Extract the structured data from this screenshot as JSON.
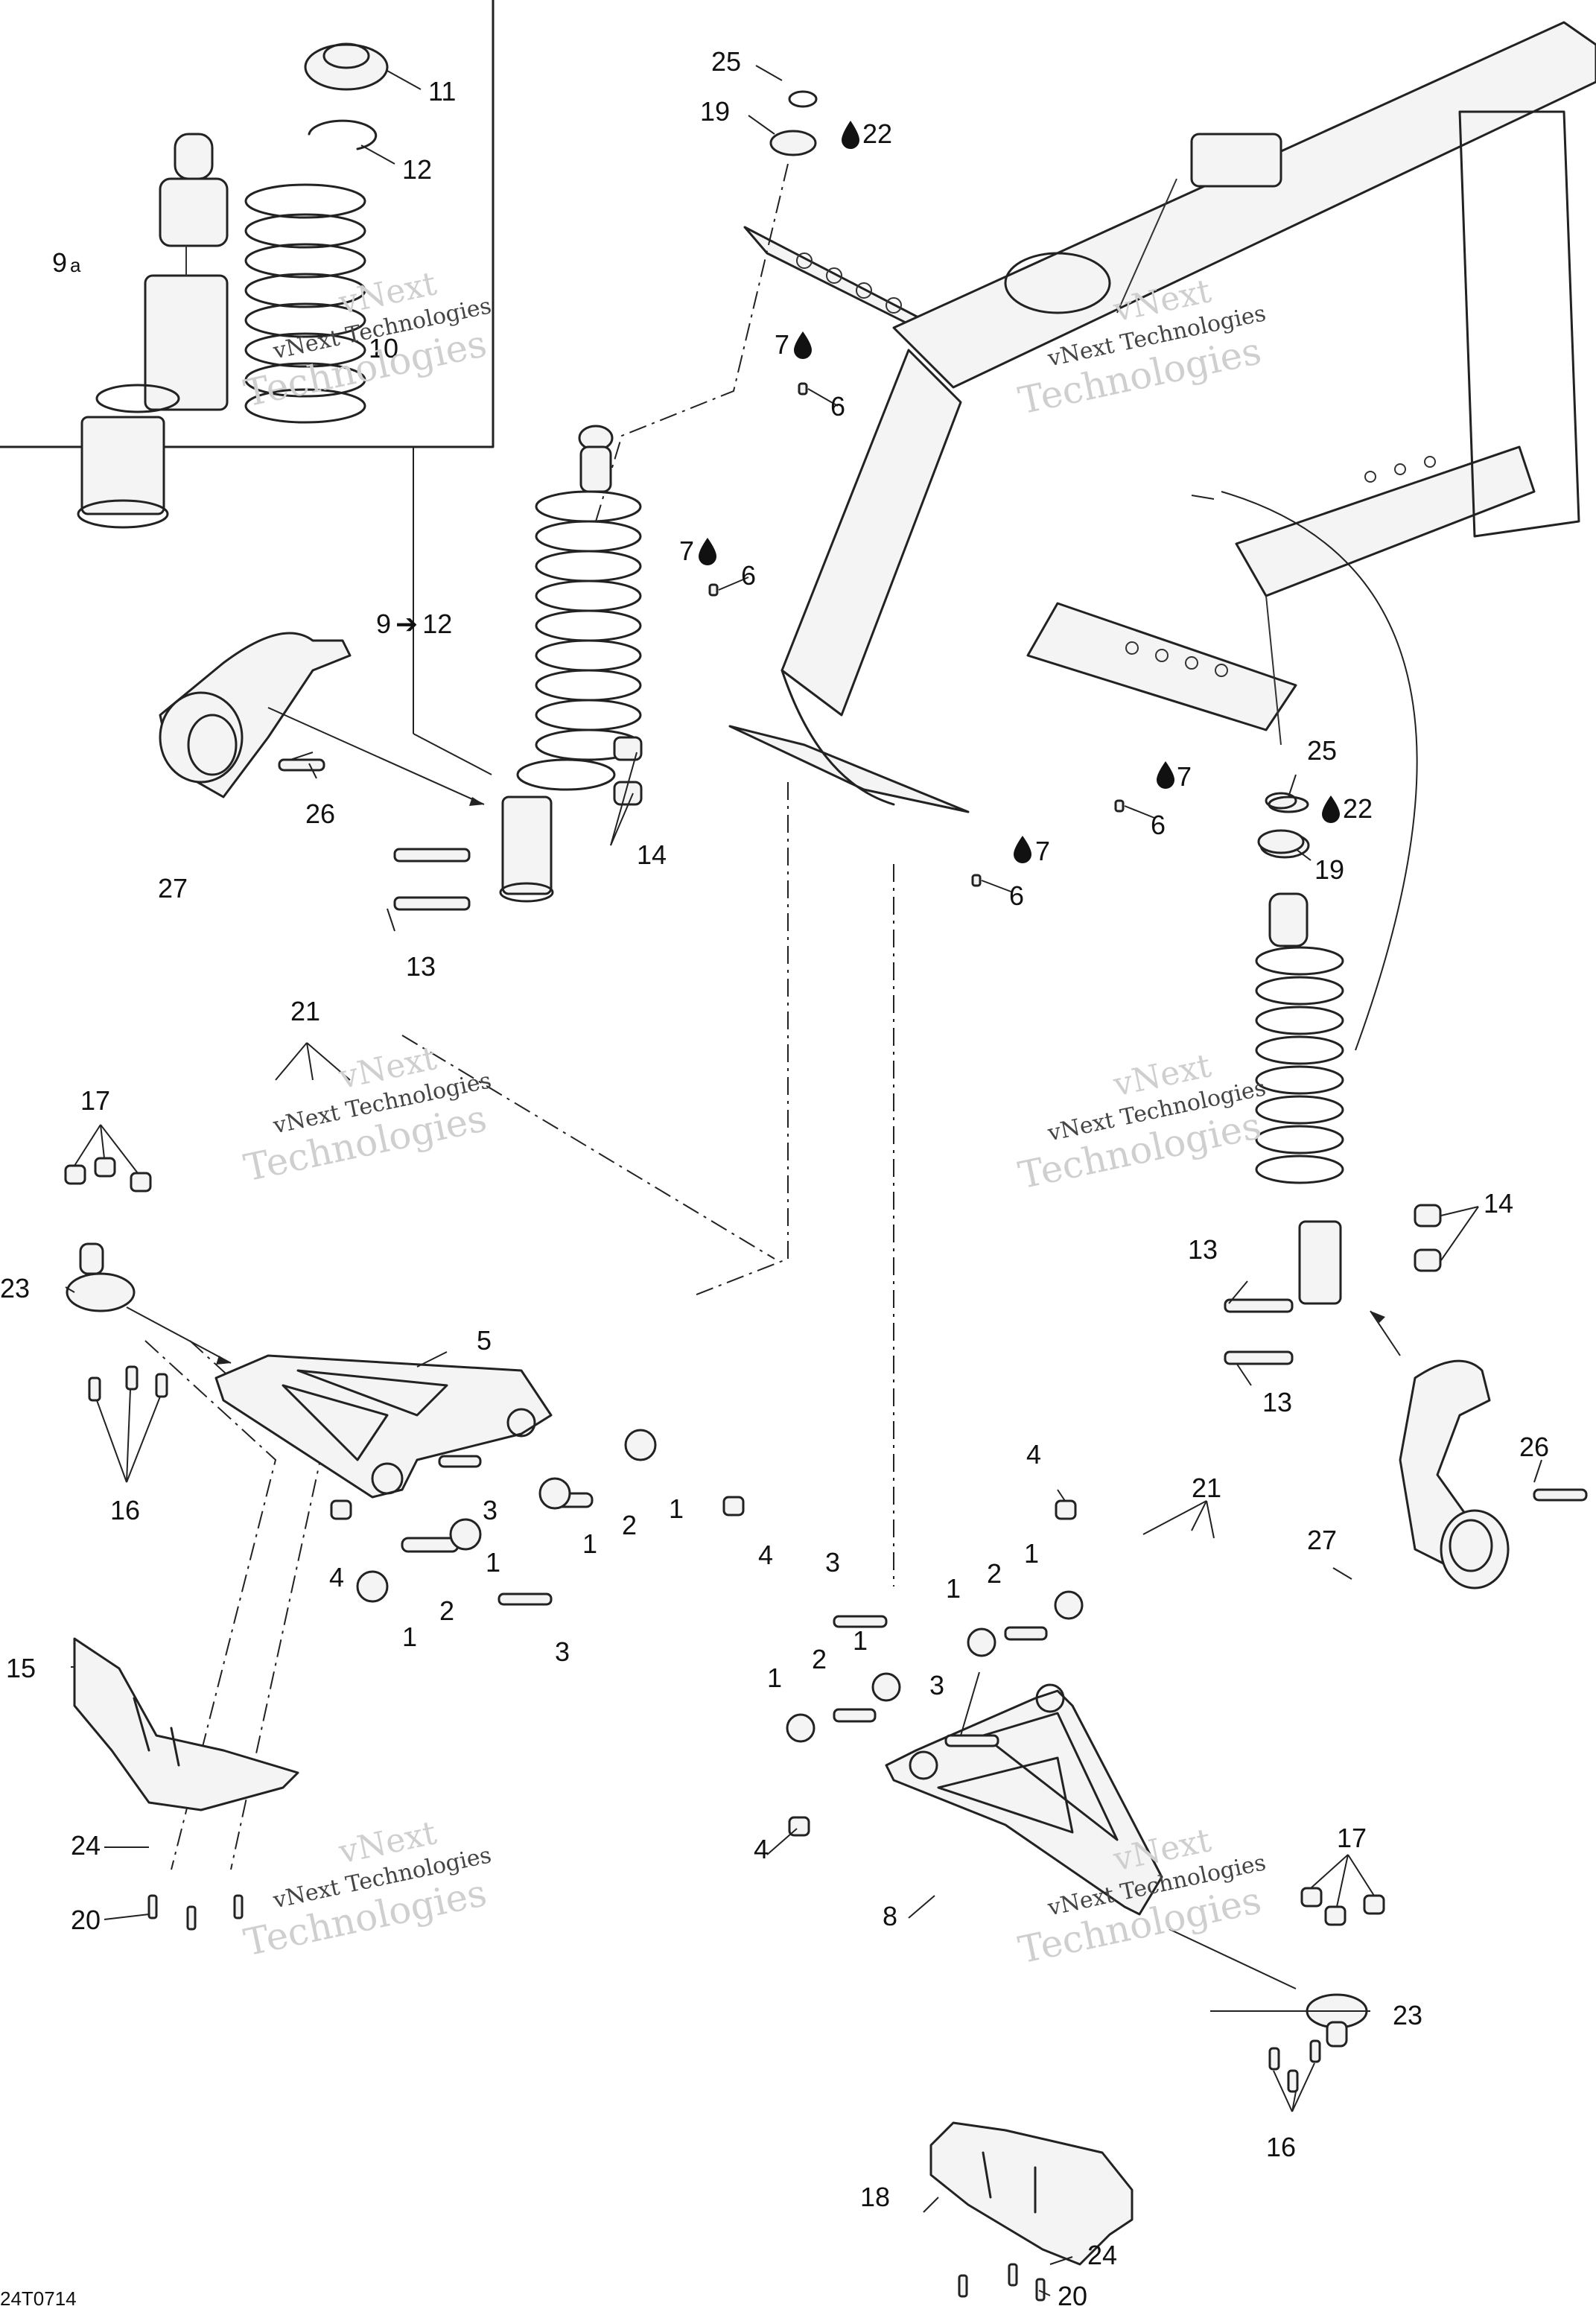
{
  "callouts": {
    "c1a": "1",
    "c1b": "1",
    "c1c": "1",
    "c1d": "1",
    "c1e": "1",
    "c1f": "1",
    "c1g": "1",
    "c2a": "2",
    "c2b": "2",
    "c2c": "2",
    "c2d": "2",
    "c3a": "3",
    "c3b": "3",
    "c3c": "3",
    "c3d": "3",
    "c4a": "4",
    "c4b": "4",
    "c4c": "4",
    "c4d": "4",
    "c5": "5",
    "c6a": "6",
    "c6b": "6",
    "c6c": "6",
    "c6d": "6",
    "c7a": "7",
    "c7b": "7",
    "c7c": "7",
    "c7d": "7",
    "c8": "8",
    "c9a": "9",
    "c9a_suffix": "a",
    "c9to12": "9",
    "c9to12_arrow": "➔",
    "c9to12_end": "12",
    "c10": "10",
    "c11": "11",
    "c12": "12",
    "c13a": "13",
    "c13b": "13",
    "c13c": "13",
    "c14a": "14",
    "c14b": "14",
    "c15": "15",
    "c16a": "16",
    "c16b": "16",
    "c17a": "17",
    "c17b": "17",
    "c18": "18",
    "c19a": "19",
    "c19b": "19",
    "c20a": "20",
    "c20b": "20",
    "c21a": "21",
    "c21b": "21",
    "c22a": "22",
    "c22b": "22",
    "c23a": "23",
    "c23b": "23",
    "c24a": "24",
    "c24b": "24",
    "c25a": "25",
    "c25b": "25",
    "c26a": "26",
    "c26b": "26",
    "c27a": "27",
    "c27b": "27"
  },
  "figure_code": "24T0714",
  "watermark": {
    "line1": "vNext",
    "line2": "vNext Technologies",
    "line3": "Technologies"
  },
  "lubricant_icon": "oil-drop-icon"
}
